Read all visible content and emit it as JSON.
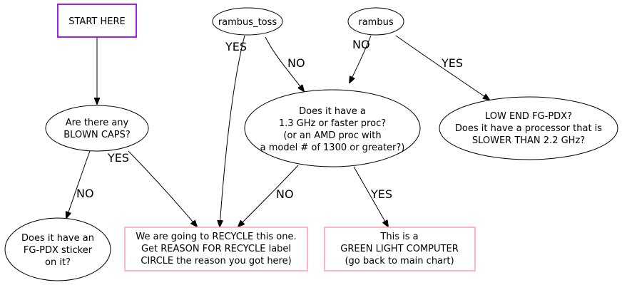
{
  "colors": {
    "start_border": "#a020f0",
    "result_border": "#ffb6c1",
    "line": "#000000"
  },
  "nodes": {
    "start": {
      "lines": [
        "START HERE"
      ]
    },
    "rambus_toss": {
      "lines": [
        "rambus_toss"
      ]
    },
    "rambus": {
      "lines": [
        "rambus"
      ]
    },
    "blown_caps": {
      "lines": [
        "Are there any",
        "BLOWN CAPS?"
      ]
    },
    "proc_speed": {
      "lines": [
        "Does it have a",
        "1.3 GHz or faster proc?",
        "(or an AMD proc with",
        "a model # of 1300 or greater?)"
      ]
    },
    "low_end": {
      "lines": [
        "LOW END FG-PDX?",
        "Does it have a processor that is",
        "SLOWER THAN 2.2 GHz?"
      ]
    },
    "fgpdx_sticker": {
      "lines": [
        "Does it have an",
        "FG-PDX sticker",
        "on it?"
      ]
    },
    "recycle": {
      "lines": [
        "We are going to RECYCLE this one.",
        "Get REASON FOR RECYCLE label",
        "CIRCLE the reason you got here)"
      ]
    },
    "green_light": {
      "lines": [
        "This is a",
        "GREEN LIGHT COMPUTER",
        "(go back to main chart)"
      ]
    }
  },
  "edge_labels": {
    "rambus_toss_yes": "YES",
    "rambus_toss_no": "NO",
    "rambus_no": "NO",
    "rambus_yes": "YES",
    "caps_no": "NO",
    "caps_yes": "YES",
    "proc_no": "NO",
    "proc_yes": "YES"
  }
}
